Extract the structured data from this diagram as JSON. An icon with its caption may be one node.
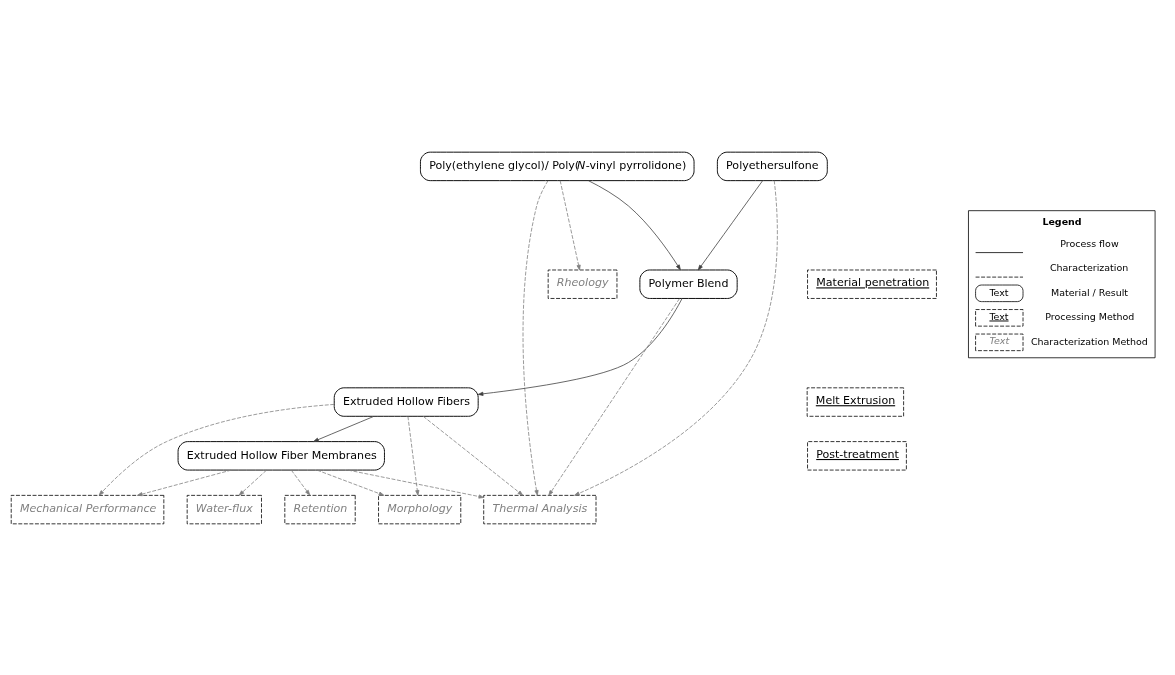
{
  "diagram": {
    "nodes": [
      {
        "text": [
          "Polyethersulfone"
        ]
      },
      {
        "text": [
          "Poly(ethylene glycol)/ Poly(*N*-vinyl pyrrolidone)"
        ]
      },
      {
        "text": [
          "Material penetration"
        ]
      },
      {
        "text": [
          "Polymer Blend"
        ]
      },
      {
        "text": [
          "Melt Extrusion"
        ]
      },
      {
        "text": [
          "Extruded Hollow Fibers"
        ]
      },
      {
        "text": [
          "Post-treatment"
        ]
      },
      {
        "text": [
          "Extruded Hollow Fiber Membranes"
        ]
      },
      {
        "text": [
          "Rheology"
        ]
      },
      {
        "text": [
          "Thermal Analysis"
        ]
      },
      {
        "text": [
          "Mechanical Performance"
        ]
      },
      {
        "text": [
          "Morphology"
        ]
      },
      {
        "text": [
          "Water-flux"
        ]
      },
      {
        "text": [
          "Retention"
        ]
      }
    ],
    "edges": [
      {
        "from": 0,
        "to": 3,
        "arrow": "to"
      },
      {
        "from": 1,
        "to": 3,
        "arrow": "to"
      },
      {
        "from": 3,
        "to": 5,
        "arrow": "to"
      },
      {
        "from": 5,
        "to": 7,
        "arrow": "to"
      },
      {
        "from": 0,
        "to": 9,
        "arrow": "to",
        "style": "dashed"
      },
      {
        "from": 1,
        "to": 8,
        "arrow": "to",
        "style": "dashed"
      },
      {
        "from": 1,
        "to": 9,
        "arrow": "to",
        "style": "dashed"
      },
      {
        "from": 3,
        "to": 9,
        "arrow": "to",
        "style": "dashed"
      },
      {
        "from": 5,
        "to": 9,
        "arrow": "to",
        "style": "dashed"
      },
      {
        "from": 5,
        "to": 10,
        "arrow": "to",
        "style": "dashed"
      },
      {
        "from": 5,
        "to": 11,
        "arrow": "to",
        "style": "dashed"
      },
      {
        "from": 7,
        "to": 11,
        "arrow": "to",
        "style": "dashed"
      },
      {
        "from": 7,
        "to": 12,
        "arrow": "to",
        "style": "dashed"
      },
      {
        "from": 7,
        "to": 13,
        "arrow": "to",
        "style": "dashed"
      },
      {
        "from": 7,
        "to": 10,
        "arrow": "to",
        "style": "dashed"
      },
      {
        "from": 7,
        "to": 9,
        "arrow": "to",
        "style": "dashed"
      }
    ],
    "labels": [
      "Legend",
      "Text",
      "Text",
      "Text"
    ],
    "legend": [
      {
        "text": "Process flow"
      },
      {
        "text": "Characterization"
      },
      {
        "text": "Material / Result"
      },
      {
        "text": "Processing Method"
      },
      {
        "text": "Characterization Method"
      }
    ]
  }
}
